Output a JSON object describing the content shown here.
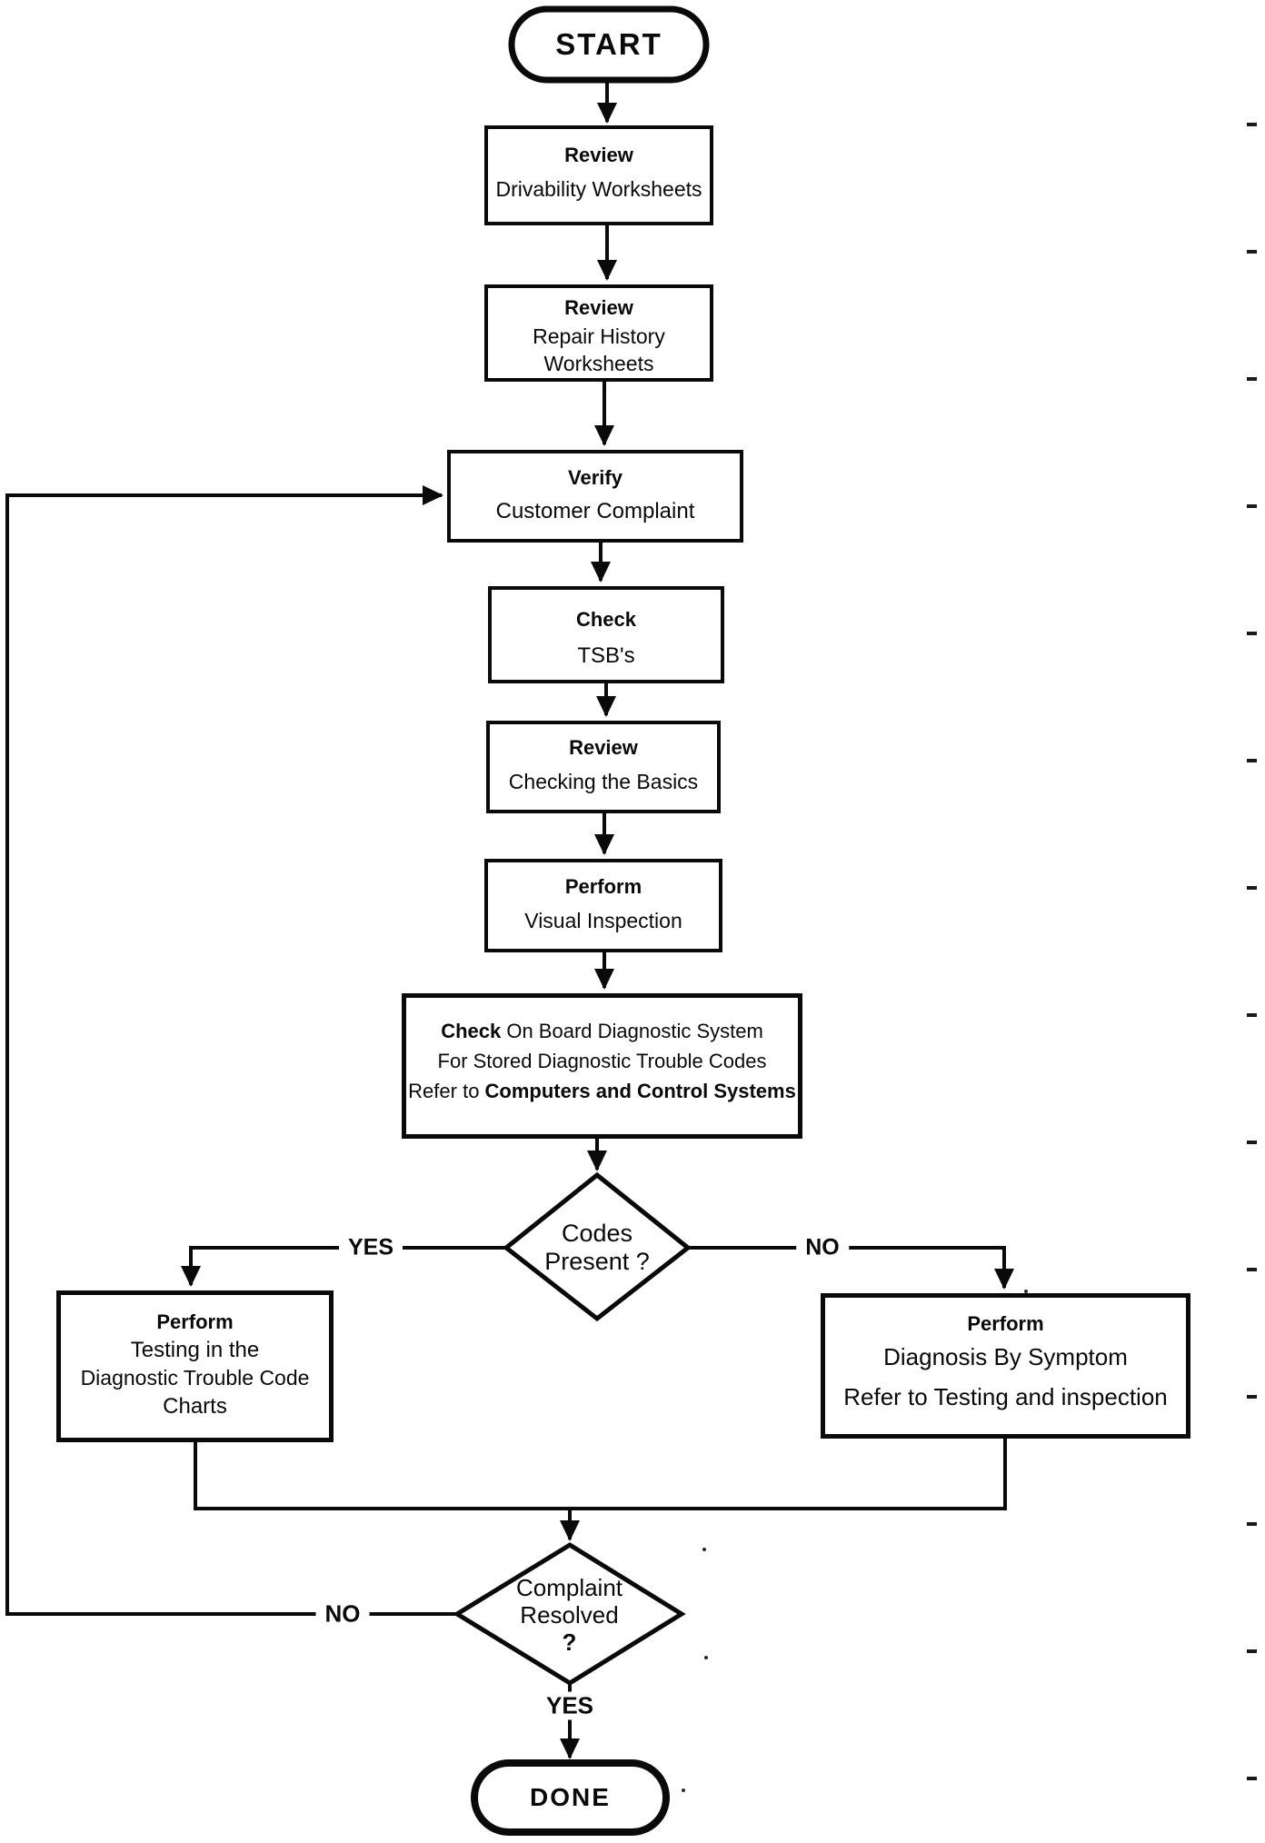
{
  "colors": {
    "ink": "#0a0a0a",
    "paper": "#ffffff"
  },
  "terminals": {
    "start": "START",
    "done": "DONE"
  },
  "process_boxes": {
    "review_drivability": {
      "title": "Review",
      "line1": "Drivability Worksheets"
    },
    "review_repair_history": {
      "title": "Review",
      "line1": "Repair History",
      "line2": "Worksheets"
    },
    "verify_complaint": {
      "title": "Verify",
      "line1": "Customer Complaint"
    },
    "check_tsbs": {
      "title": "Check",
      "line1": "TSB's"
    },
    "review_basics": {
      "title": "Review",
      "line1": "Checking the Basics"
    },
    "perform_visual": {
      "title": "Perform",
      "line1": "Visual Inspection"
    },
    "check_obd": {
      "line1_bold": "Check",
      "line1_rest": " On Board Diagnostic System",
      "line2": "For Stored Diagnostic Trouble Codes",
      "line3_prefix": "Refer to ",
      "line3_bold": "Computers and Control Systems"
    },
    "perform_dtc_testing": {
      "title": "Perform",
      "line1": "Testing in the",
      "line2": "Diagnostic Trouble Code",
      "line3": "Charts"
    },
    "perform_symptom": {
      "title": "Perform",
      "line1": "Diagnosis By Symptom",
      "line2": "Refer to Testing and inspection"
    }
  },
  "decisions": {
    "codes_present": {
      "line1": "Codes",
      "line2": "Present ?"
    },
    "complaint_resolved": {
      "line1": "Complaint",
      "line2": "Resolved",
      "line3": "?"
    }
  },
  "edge_labels": {
    "codes_yes": "YES",
    "codes_no": "NO",
    "resolved_no": "NO",
    "resolved_yes": "YES"
  }
}
